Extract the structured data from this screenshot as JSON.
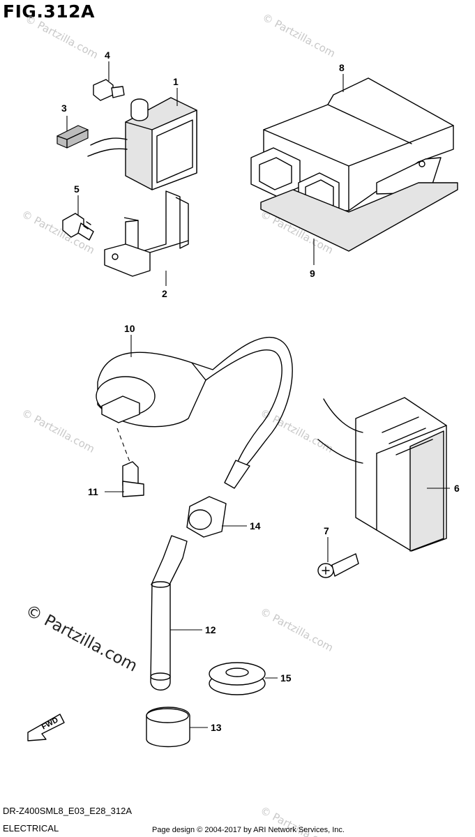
{
  "figure": {
    "title": "FIG.312A"
  },
  "callouts": [
    {
      "num": "1"
    },
    {
      "num": "2"
    },
    {
      "num": "3"
    },
    {
      "num": "4"
    },
    {
      "num": "5"
    },
    {
      "num": "6"
    },
    {
      "num": "7"
    },
    {
      "num": "8"
    },
    {
      "num": "9"
    },
    {
      "num": "10"
    },
    {
      "num": "11"
    },
    {
      "num": "12"
    },
    {
      "num": "13"
    },
    {
      "num": "14"
    },
    {
      "num": "15"
    }
  ],
  "watermark": {
    "small": "© Partzilla.com",
    "large": "© Partzilla.com"
  },
  "direction_arrow": {
    "label": "FWD"
  },
  "footer": {
    "code": "DR-Z400SML8_E03_E28_312A",
    "section": "ELECTRICAL",
    "credit": "Page design © 2004-2017 by ARI Network Services, Inc."
  }
}
